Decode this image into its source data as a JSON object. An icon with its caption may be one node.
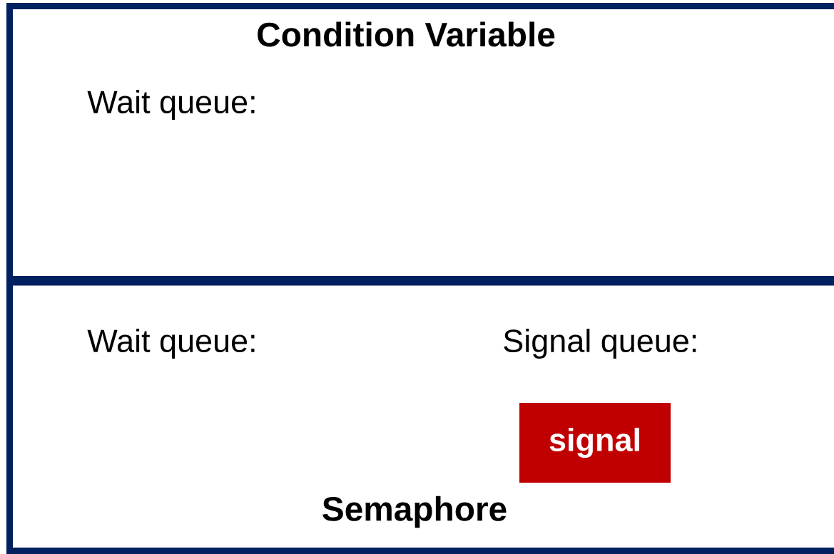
{
  "diagram": {
    "nodes": [
      {
        "text": [
          "Condition Variable",
          "Wait queue:"
        ]
      },
      {
        "text": [
          "Semaphore",
          "Wait queue:",
          "Signal queue:"
        ]
      },
      {
        "text": [
          "signal"
        ],
        "in": 1
      }
    ]
  }
}
